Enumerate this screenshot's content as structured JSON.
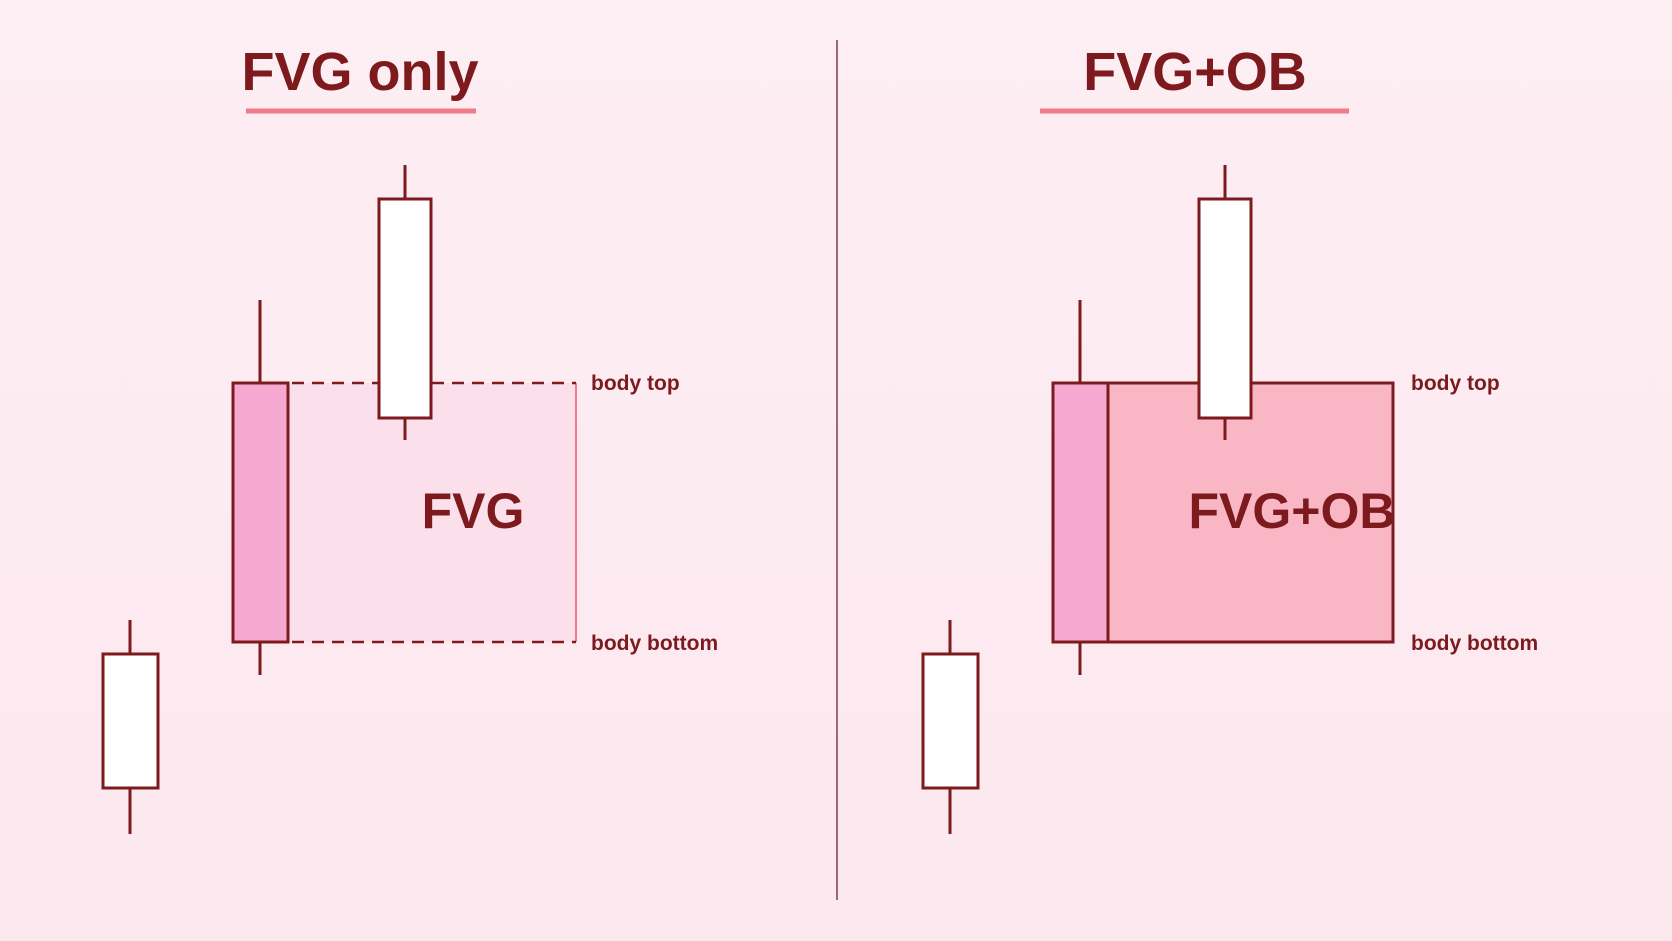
{
  "colors": {
    "ink": "#7d1a1e",
    "accent_underline": "#ef7a8a",
    "bear_body": "#f6a9d0",
    "bull_body": "#ffffff",
    "fvg_zone": "#fbe0ec",
    "fvg_ob_zone": "#f9b7c6",
    "divider": "#9a6b73"
  },
  "left_panel": {
    "title": "FVG only",
    "zone_label": "FVG",
    "top_line_label": "body top",
    "bottom_line_label": "body bottom"
  },
  "right_panel": {
    "title": "FVG+OB",
    "zone_label": "FVG+OB",
    "top_line_label": "body top",
    "bottom_line_label": "body bottom"
  }
}
